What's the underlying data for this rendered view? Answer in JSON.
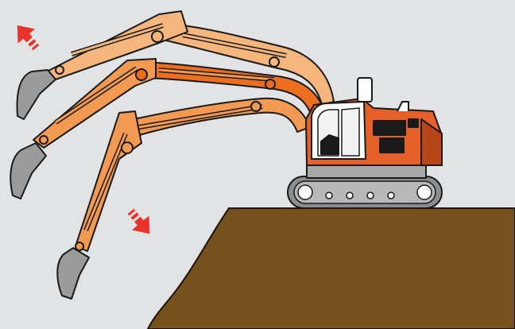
{
  "figure": {
    "description_hidden": "",
    "colors": {
      "background": "#e2e3e4",
      "ground": "#75511e",
      "ground_edge": "#1e1409",
      "boom_light": "#f4b67c",
      "boom_mid": "#f39a52",
      "boom_orange": "#ec6f21",
      "body_orange": "#e6612a",
      "body_dark": "#b84619",
      "bucket": "#9b9b9b",
      "track": "#8d8d8d",
      "track_dark": "#2a2a2a",
      "cab_glass": "#ffffff",
      "outline": "#1a1a1a",
      "arrow_red": "#e8332a"
    },
    "arrows": [
      {
        "direction": "up-left",
        "icon": "raise-arrow-icon"
      },
      {
        "direction": "down-right",
        "icon": "lower-arrow-icon"
      }
    ],
    "front_positions": [
      "raised",
      "middle",
      "lowered"
    ]
  }
}
